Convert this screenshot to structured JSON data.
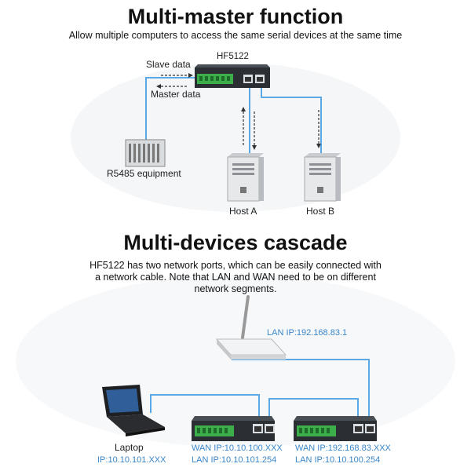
{
  "section1": {
    "title": "Multi-master function",
    "subtitle": "Allow multiple computers to access the same serial devices at the same time",
    "device_label": "HF5122",
    "slave_data": "Slave data",
    "master_data": "Master data",
    "rs485_label": "R5485 equipment",
    "host_a": "Host A",
    "host_b": "Host B"
  },
  "section2": {
    "title": "Multi-devices cascade",
    "desc_lines": [
      "HF5122 has two network ports, which can be easily connected with",
      "a network cable. Note that LAN and WAN need to be on different",
      "network segments."
    ],
    "router_lan_ip": "LAN IP:192.168.83.1",
    "laptop_label": "Laptop",
    "laptop_ip": "IP:10.10.101.XXX",
    "device1_wan": "WAN IP:10.10.100.XXX",
    "device1_lan": "LAN IP:10.10.101.254",
    "device2_wan": "WAN IP:192.168.83.XXX",
    "device2_lan": "LAN IP:10.10.100.254"
  },
  "colors": {
    "cable": "#5aa9e6",
    "device_body": "#2b2f33",
    "terminal_green": "#3cae4a",
    "ip_text": "#3a86c8"
  }
}
